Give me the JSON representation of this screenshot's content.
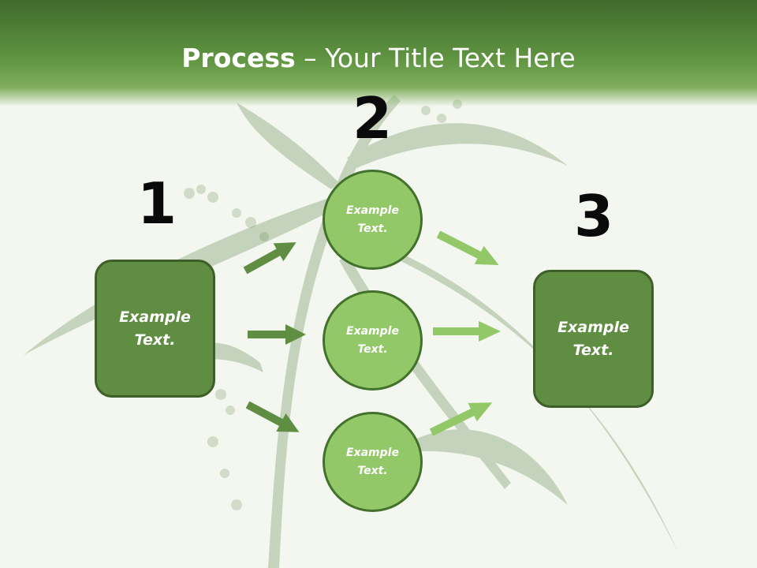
{
  "title": {
    "bold": "Process",
    "rest": " – Your Title Text Here"
  },
  "steps": {
    "one": {
      "number": "1",
      "text": "Example Text."
    },
    "two": {
      "number": "2",
      "items": [
        "Example Text.",
        "Example Text.",
        "Example Text."
      ]
    },
    "three": {
      "number": "3",
      "text": "Example Text."
    }
  },
  "colors": {
    "header": "#5f9441",
    "box_fill": "#5f8e42",
    "circle_fill": "#93c868",
    "arrow_dark": "#5f8e42",
    "arrow_light": "#93c868"
  }
}
